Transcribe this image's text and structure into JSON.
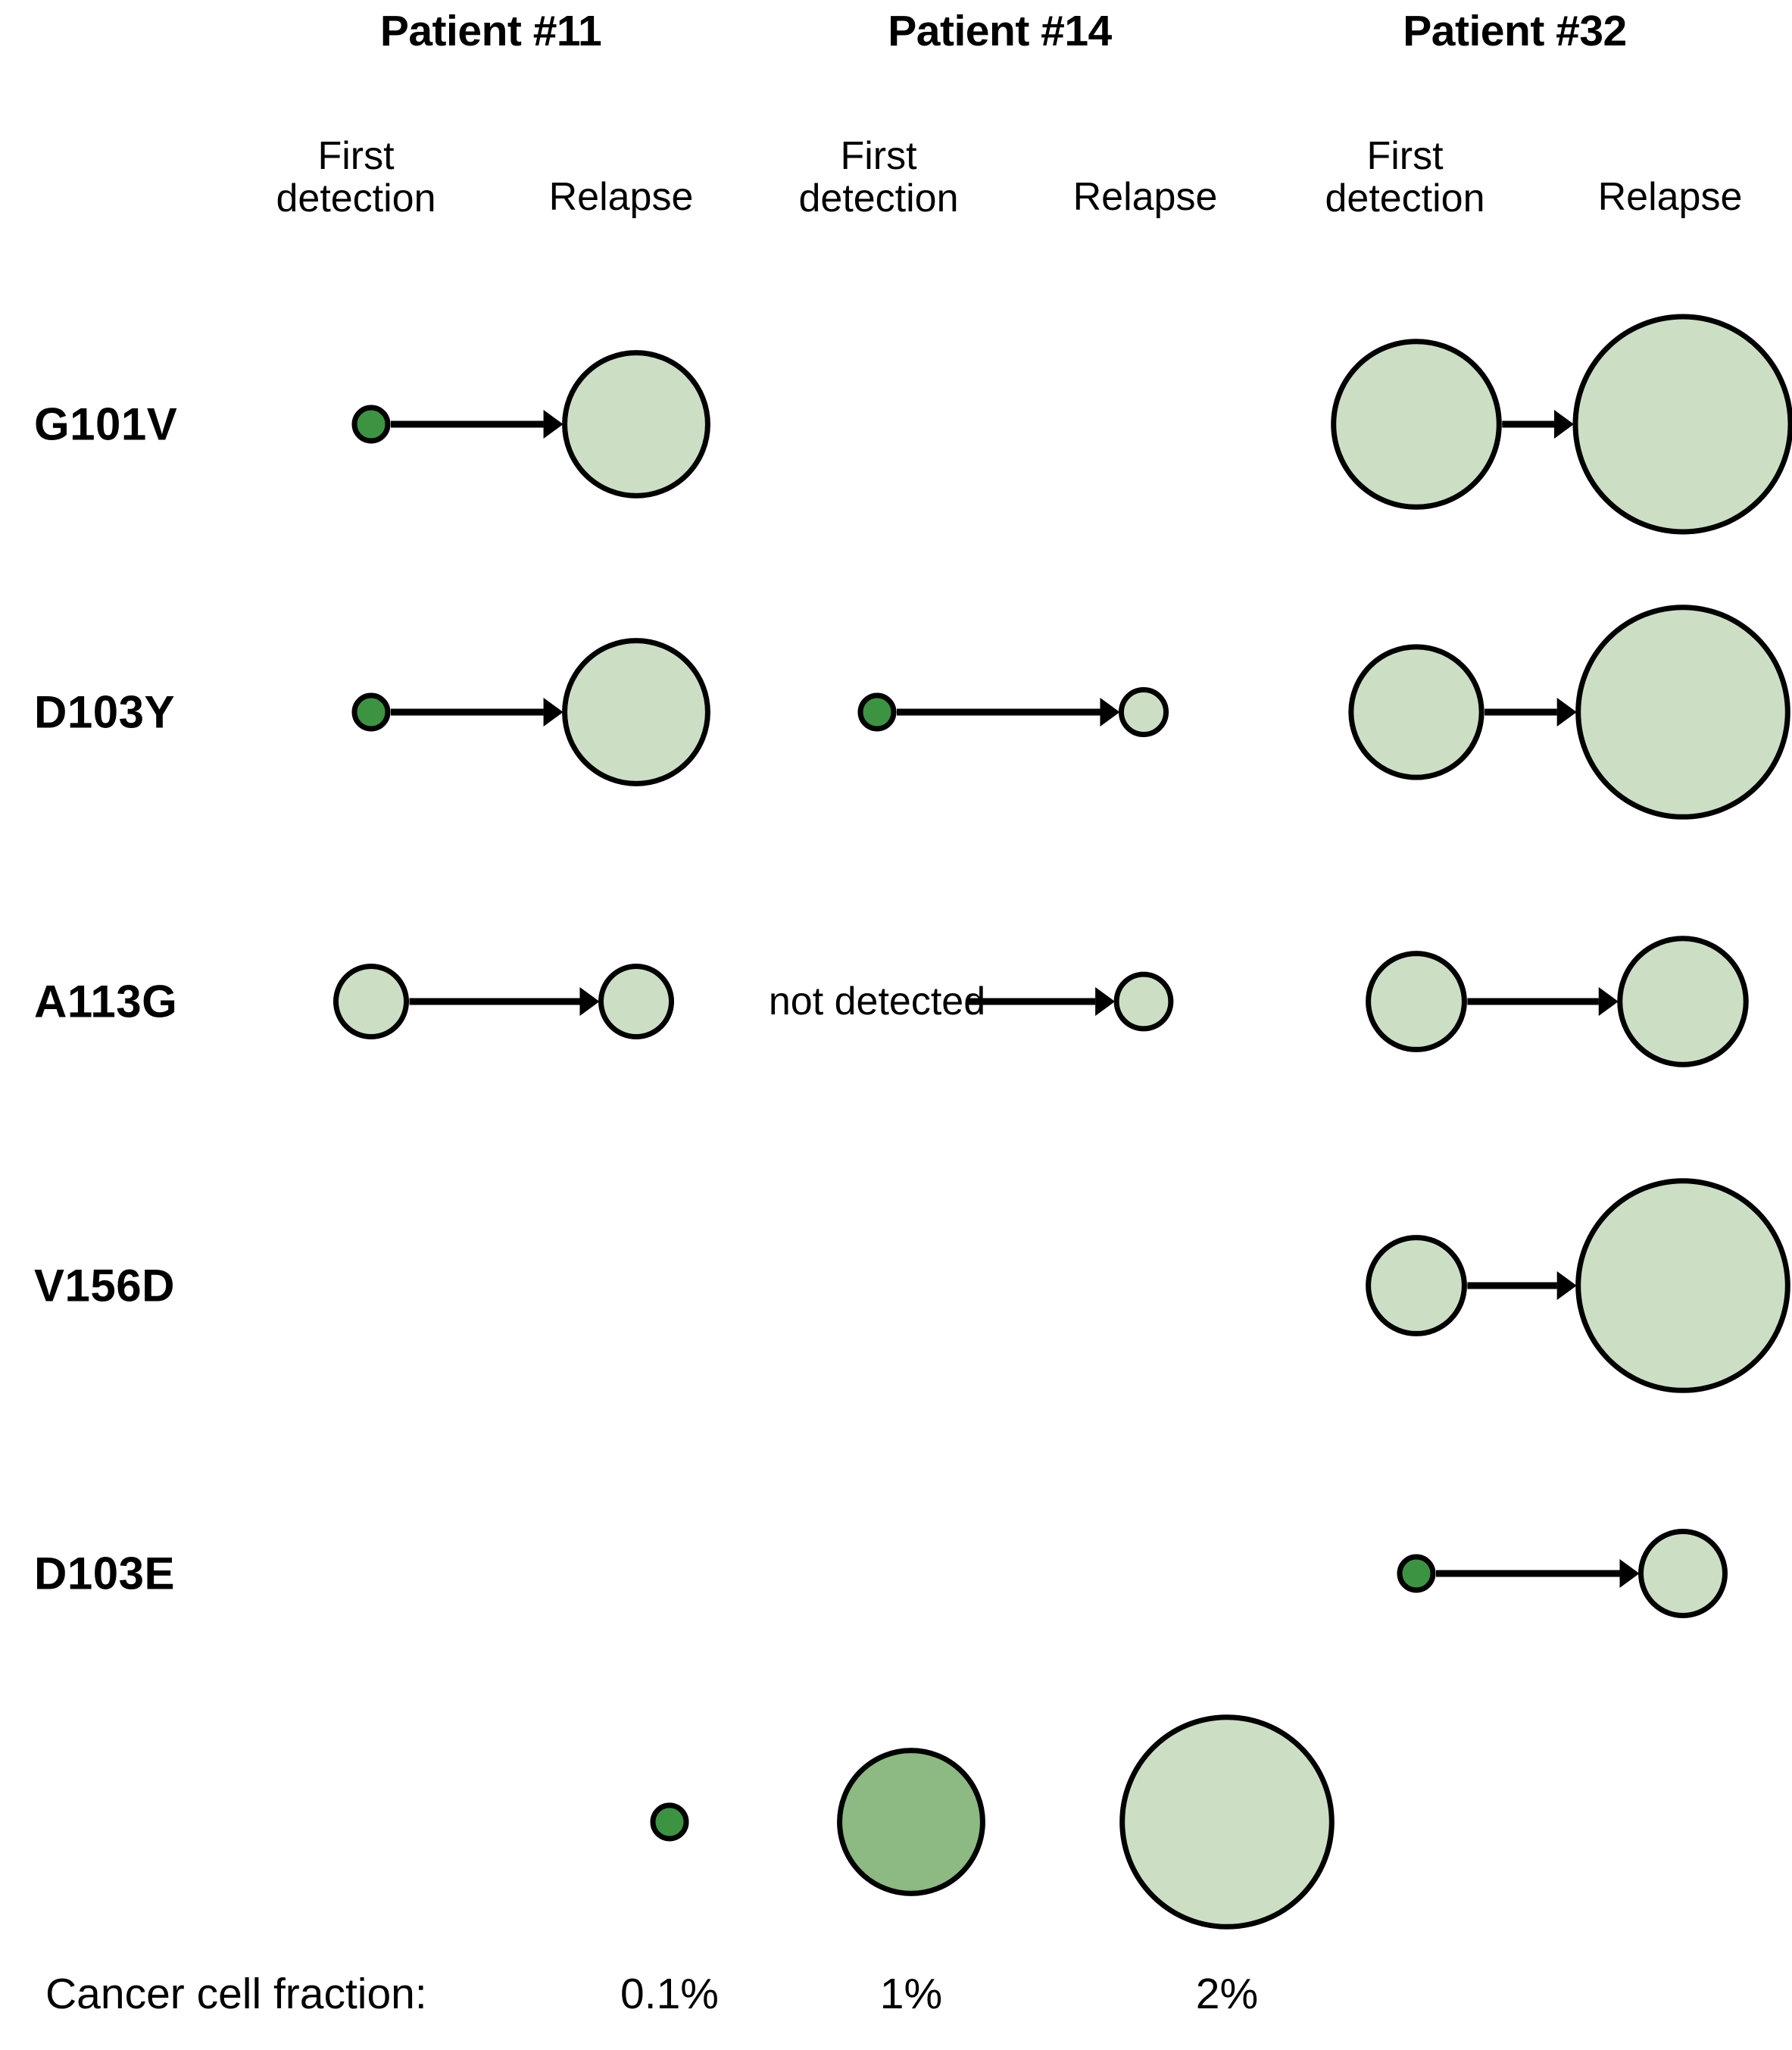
{
  "chart_data": {
    "type": "scatter",
    "title": "",
    "description": "Bubble chart of mutation cancer cell fraction at first detection versus relapse for three patients",
    "value_unit": "%",
    "value_label": "Cancer cell fraction",
    "colorscale": [
      {
        "value": 0.1,
        "color": "#3C9442"
      },
      {
        "value": 1.0,
        "color": "#8CBA82"
      },
      {
        "value": 2.0,
        "color": "#CCDFC4"
      }
    ],
    "columns": [
      "First detection",
      "Relapse"
    ],
    "categories": [
      "G101V",
      "D103Y",
      "A113G",
      "V156D",
      "D103E"
    ],
    "patients": [
      "Patient #11",
      "Patient #14",
      "Patient #32"
    ],
    "series": [
      {
        "name": "Patient #11",
        "points": [
          {
            "mutation": "G101V",
            "first_detection": 0.1,
            "relapse": 1.0,
            "detected": true
          },
          {
            "mutation": "D103Y",
            "first_detection": 0.1,
            "relapse": 1.0,
            "detected": true
          },
          {
            "mutation": "A113G",
            "first_detection": 0.3,
            "relapse": 0.3,
            "detected": true
          },
          {
            "mutation": "V156D",
            "first_detection": null,
            "relapse": null,
            "detected": false
          },
          {
            "mutation": "D103E",
            "first_detection": null,
            "relapse": null,
            "detected": false
          }
        ]
      },
      {
        "name": "Patient #14",
        "points": [
          {
            "mutation": "G101V",
            "first_detection": null,
            "relapse": null,
            "detected": false
          },
          {
            "mutation": "D103Y",
            "first_detection": 0.1,
            "relapse": 0.15,
            "detected": true
          },
          {
            "mutation": "A113G",
            "first_detection": null,
            "relapse": 0.2,
            "detected": true,
            "first_detection_note": "not detected"
          },
          {
            "mutation": "V156D",
            "first_detection": null,
            "relapse": null,
            "detected": false
          },
          {
            "mutation": "D103E",
            "first_detection": null,
            "relapse": null,
            "detected": false
          }
        ]
      },
      {
        "name": "Patient #32",
        "points": [
          {
            "mutation": "G101V",
            "first_detection": 1.3,
            "relapse": 2.1,
            "detected": true
          },
          {
            "mutation": "D103Y",
            "first_detection": 0.85,
            "relapse": 2.0,
            "detected": true
          },
          {
            "mutation": "A113G",
            "first_detection": 0.5,
            "relapse": 0.8,
            "detected": true
          },
          {
            "mutation": "V156D",
            "first_detection": 0.5,
            "relapse": 2.0,
            "detected": true
          },
          {
            "mutation": "D103E",
            "first_detection": 0.1,
            "relapse": 0.4,
            "detected": true
          }
        ]
      }
    ]
  },
  "headers": {
    "patients": [
      {
        "title": "Patient #11",
        "first_detection": "First\ndetection",
        "relapse": "Relapse"
      },
      {
        "title": "Patient #14",
        "first_detection": "First\ndetection",
        "relapse": "Relapse"
      },
      {
        "title": "Patient #32",
        "first_detection": "First\ndetection",
        "relapse": "Relapse"
      }
    ]
  },
  "row_labels": [
    {
      "label": "G101V"
    },
    {
      "label": "D103Y"
    },
    {
      "label": "A113G"
    },
    {
      "label": "V156D"
    },
    {
      "label": "D103E"
    }
  ],
  "annotations": {
    "not_detected": "not detected"
  },
  "legend": {
    "title": "Cancer cell fraction:",
    "items": [
      {
        "label": "0.1%",
        "color": "#3C9442"
      },
      {
        "label": "1%",
        "color": "#8CBA82"
      },
      {
        "label": "2%",
        "color": "#CCDFC4"
      }
    ]
  }
}
